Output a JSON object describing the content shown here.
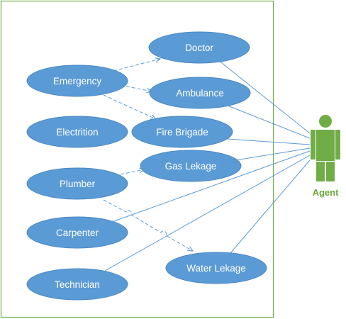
{
  "colors": {
    "ellipse_fill": "#5b9bd5",
    "ellipse_stroke": "#4a88c3",
    "line": "#5b9bd5",
    "frame": "#70ad47",
    "actor": "#70ad47",
    "actor_label": "#6aaa3a"
  },
  "use_cases": {
    "doctor": "Doctor",
    "ambulance": "Ambulance",
    "emergency": "Emergency",
    "electrition": "Electrition",
    "fire_brigade": "Fire Brigade",
    "gas_lekage": "Gas Lekage",
    "plumber": "Plumber",
    "carpenter": "Carpenter",
    "water_lekage": "Water Lekage",
    "technician": "Technician"
  },
  "actor": {
    "label": "Agent"
  }
}
